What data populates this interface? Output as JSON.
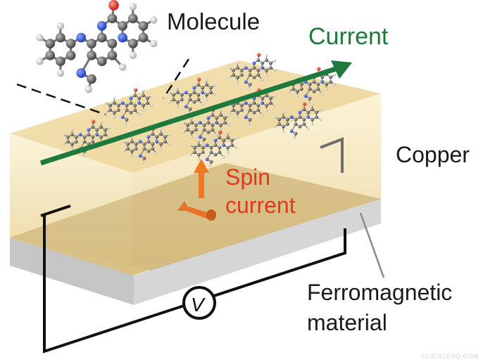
{
  "labels": {
    "molecule": "Molecule",
    "current": "Current",
    "copper": "Copper",
    "spin_line1": "Spin",
    "spin_line2": "current",
    "ferro_line1": "Ferromagnetic",
    "ferro_line2": "material",
    "voltmeter": "V"
  },
  "watermark": "SCIENCEAQ.COM",
  "colors": {
    "current_arrow": "#1e7a3c",
    "spin": "#e03a1e",
    "spin_arrow": "#f07a24",
    "copper_face": "#f3e2b0",
    "ferromagnet": "#c9c9c9"
  }
}
